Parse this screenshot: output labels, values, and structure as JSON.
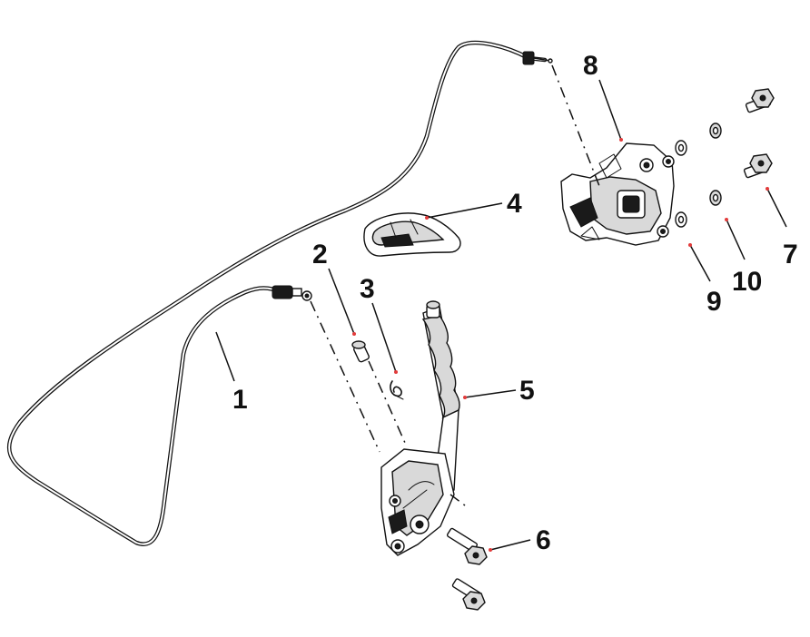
{
  "callouts": {
    "c1": "1",
    "c2": "2",
    "c3": "3",
    "c4": "4",
    "c5": "5",
    "c6": "6",
    "c7": "7",
    "c8": "8",
    "c9": "9",
    "c10": "10"
  },
  "colors": {
    "line": "#111111",
    "marker": "#e23b3b",
    "background": "#ffffff"
  }
}
